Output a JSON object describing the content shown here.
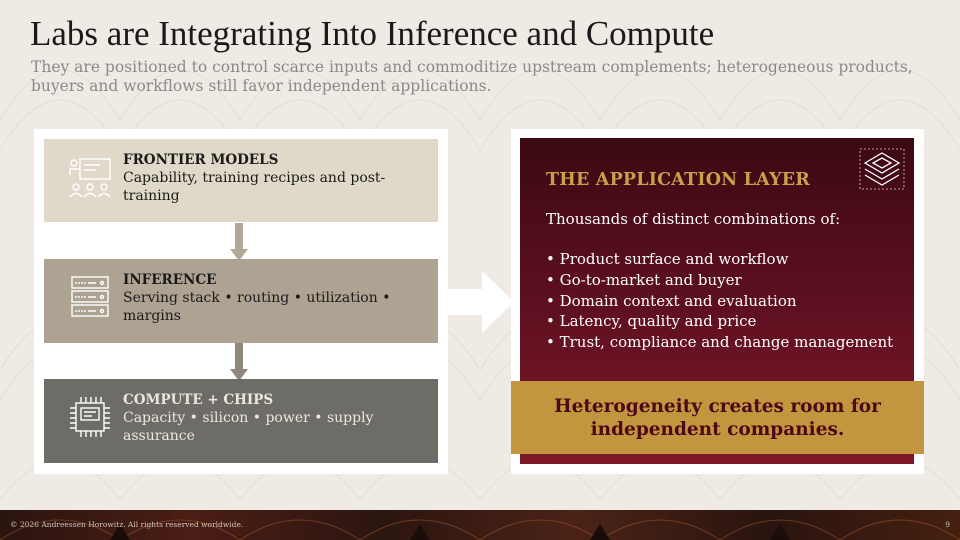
{
  "slide": {
    "title": "Labs are Integrating Into Inference and Compute",
    "subtitle": "They are positioned to control scarce inputs and commoditize upstream complements; heterogeneous products, buyers and workflows still favor independent applications."
  },
  "stack": [
    {
      "title": "FRONTIER MODELS",
      "desc": "Capability, training recipes and post-training",
      "icon": "presentation-icon"
    },
    {
      "title": "INFERENCE",
      "desc": "Serving stack • routing • utilization • margins",
      "icon": "server-rack-icon"
    },
    {
      "title": "COMPUTE + CHIPS",
      "desc": "Capacity • silicon • power • supply assurance",
      "icon": "chip-icon"
    }
  ],
  "application": {
    "title": "THE APPLICATION LAYER",
    "intro": "Thousands of distinct combinations of:",
    "items": [
      "Product surface and workflow",
      "Go-to-market and buyer",
      "Domain context and evaluation",
      "Latency, quality and price",
      "Trust, compliance and change management"
    ],
    "callout": "Heterogeneity creates room for independent companies.",
    "icon": "layers-icon"
  },
  "footer": {
    "copyright": "© 2026 Andreessen Horowitz. All rights reserved worldwide.",
    "page": "9"
  },
  "colors": {
    "maroon": "#5a0f1e",
    "gold": "#c3953f",
    "tan_light": "#e0d9c9",
    "tan_mid": "#aea393",
    "gray_dark": "#6e6c67"
  }
}
